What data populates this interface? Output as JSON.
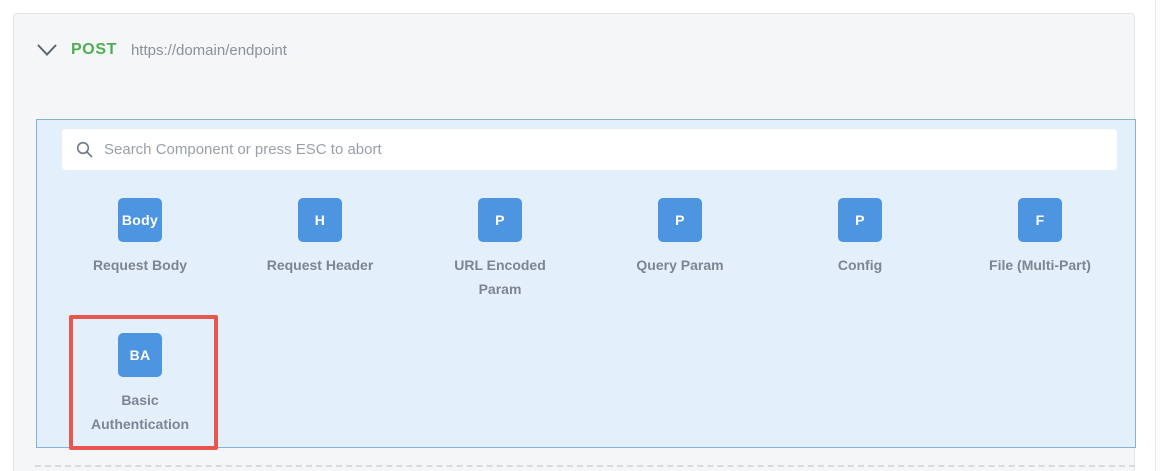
{
  "header": {
    "method": "POST",
    "url": "https://domain/endpoint",
    "collapse_icon": "chevron-down-icon"
  },
  "search": {
    "placeholder": "Search Component or press ESC to abort",
    "value": "",
    "icon": "search-icon"
  },
  "components": [
    {
      "badge": "Body",
      "label": "Request Body"
    },
    {
      "badge": "H",
      "label": "Request Header"
    },
    {
      "badge": "P",
      "label": "URL Encoded Param"
    },
    {
      "badge": "P",
      "label": "Query Param"
    },
    {
      "badge": "P",
      "label": "Config"
    },
    {
      "badge": "F",
      "label": "File (Multi-Part)"
    },
    {
      "badge": "BA",
      "label": "Basic Authentication",
      "highlighted": true
    }
  ],
  "colors": {
    "method_green": "#4caf50",
    "icon_blue": "#4d95e0",
    "panel_bg": "#e4effc",
    "panel_border": "#86b2d8",
    "card_bg": "#f5f6f8",
    "label_gray": "#7c8691",
    "highlight_red": "#e8564e"
  }
}
